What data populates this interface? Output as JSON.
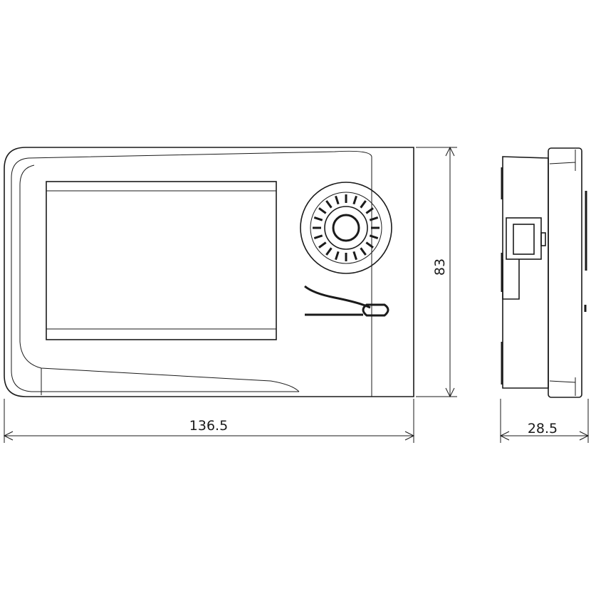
{
  "dimensions": {
    "width_label": "136.5",
    "height_label": "83",
    "depth_label": "28.5"
  }
}
